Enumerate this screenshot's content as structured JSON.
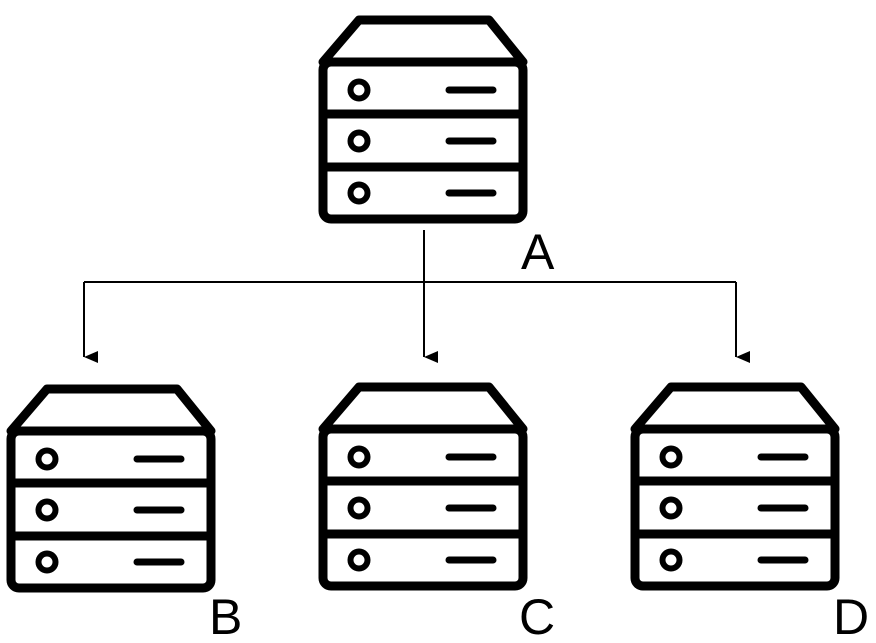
{
  "diagram": {
    "type": "tree",
    "colors": {
      "stroke": "#000000",
      "background": "#ffffff"
    },
    "icon": "server-rack-icon",
    "nodes": [
      {
        "id": "A",
        "label": "A",
        "role": "root"
      },
      {
        "id": "B",
        "label": "B",
        "role": "child"
      },
      {
        "id": "C",
        "label": "C",
        "role": "child"
      },
      {
        "id": "D",
        "label": "D",
        "role": "child"
      }
    ],
    "edges": [
      {
        "from": "A",
        "to": "B"
      },
      {
        "from": "A",
        "to": "C"
      },
      {
        "from": "A",
        "to": "D"
      }
    ]
  }
}
